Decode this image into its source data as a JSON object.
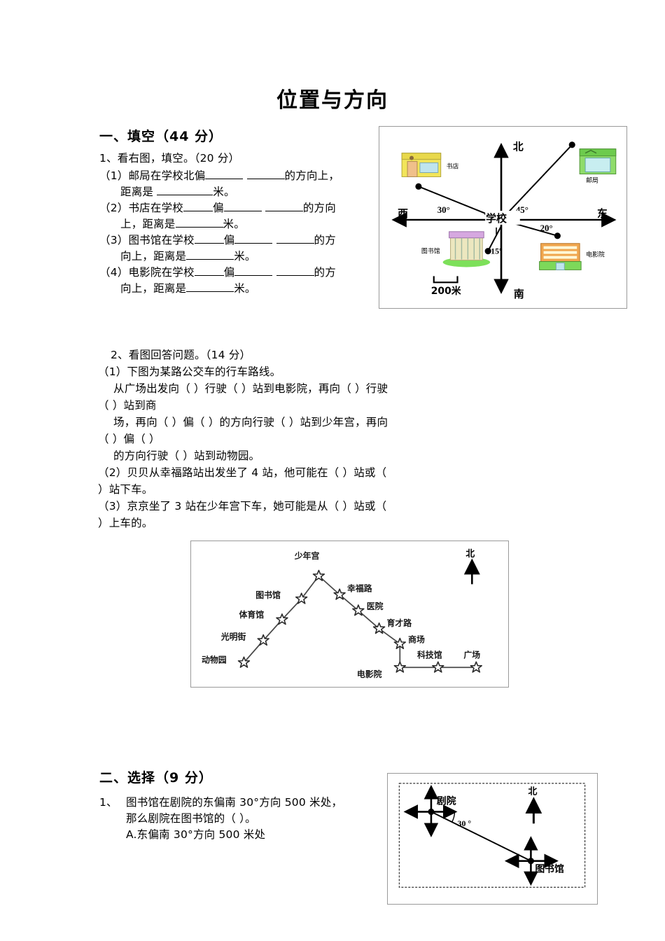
{
  "document": {
    "title": "位置与方向"
  },
  "sections": [
    {
      "id": "fill-in",
      "heading": "一、填空（44 分）"
    },
    {
      "id": "choice",
      "heading": "二、选择（9 分）"
    }
  ],
  "q1": {
    "title": "1、看右图，填空。（20 分）",
    "items": [
      {
        "label": "（1）",
        "line1_a": "邮局在学校北偏",
        "line1_b": "",
        "line1_c": "的方向上，",
        "line2_a": "距离是",
        "line2_b": "米。"
      },
      {
        "label": "（2）",
        "line1_a": "书店在学校",
        "line1_b": "偏",
        "line1_c": "的方向",
        "line2_a": "上，距离是",
        "line2_b": "米。"
      },
      {
        "label": "（3）",
        "line1_a": "图书馆在学校",
        "line1_b": "偏",
        "line1_c": "的方",
        "line2_a": "向上，距离是",
        "line2_b": "米。"
      },
      {
        "label": "（4）",
        "line1_a": "电影院在学校",
        "line1_b": "偏",
        "line1_c": "的方",
        "line2_a": "向上，距离是",
        "line2_b": "米。"
      }
    ]
  },
  "q2": {
    "title": "2、看图回答问题。（14 分）",
    "sub1_intro": "（1）下图为某路公交车的行车路线。",
    "sub1_line1": "从广场出发向（        ）行驶（        ）站到电影院，再向（        ）行驶",
    "sub1_line2": "（      ）站到商",
    "sub1_line3": "场，再向（        ）偏（        ）的方向行驶（        ）站到少年宫，再向",
    "sub1_line4": "（      ）偏（        ）",
    "sub1_line5": "的方向行驶（        ）站到动物园。",
    "sub2_line1": "（2）贝贝从幸福路站出发坐了 4 站，他可能在（              ）站或（",
    "sub2_line2": "）站下车。",
    "sub3_line1": "（3）京京坐了 3 站在少年宫下车，她可能是从（              ）站或（",
    "sub3_line2": "）上车的。"
  },
  "choice1": {
    "number": "1、",
    "stem_line1": "图书馆在剧院的东偏南 30°方向 500 米处，",
    "stem_line2": "那么剧院在图书馆的（      ）。",
    "option_a": "A.东偏南 30°方向 500 米处"
  },
  "figures": {
    "compass": {
      "center_label": "学校",
      "directions": {
        "north": "北",
        "south": "南",
        "east": "东",
        "west": "西"
      },
      "scale_label": "200米",
      "places": [
        {
          "name": "书店",
          "angle_label": "30°",
          "color": "#efe14a",
          "quadrant": "northwest"
        },
        {
          "name": "邮局",
          "angle_label": "45°",
          "color": "#7ed957",
          "quadrant": "northeast"
        },
        {
          "name": "图书馆",
          "angle_label": "15°",
          "color": "#c9a6d8",
          "quadrant": "southwest"
        },
        {
          "name": "电影院",
          "angle_label": "20°",
          "color": "#f0a050",
          "quadrant": "southeast"
        }
      ]
    },
    "bus": {
      "north_label": "北",
      "stations": [
        "动物园",
        "光明街",
        "体育馆",
        "图书馆",
        "少年宫",
        "幸福路",
        "医院",
        "育才路",
        "商场",
        "电影院",
        "科技馆",
        "广场"
      ]
    },
    "theater": {
      "north_label": "北",
      "point_a": "剧院",
      "point_b": "图书馆",
      "angle_label": "30 °"
    }
  }
}
